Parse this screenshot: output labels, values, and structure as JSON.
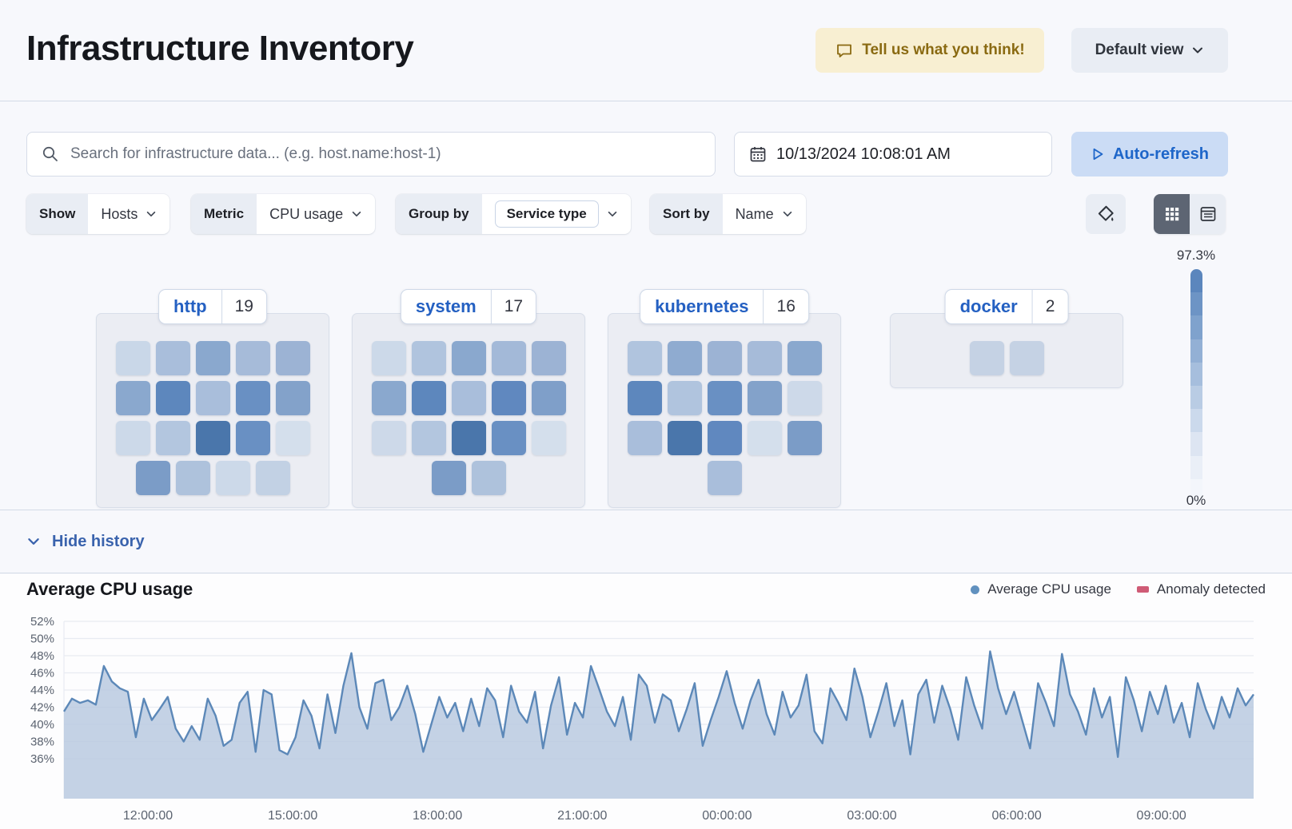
{
  "header": {
    "title": "Infrastructure Inventory",
    "feedback_button": "Tell us what you think!",
    "view_selector": "Default view"
  },
  "toolbar": {
    "search_placeholder": "Search for infrastructure data... (e.g. host.name:host-1)",
    "datetime": "10/13/2024 10:08:01 AM",
    "auto_refresh": "Auto-refresh"
  },
  "filters": {
    "show_label": "Show",
    "show_value": "Hosts",
    "metric_label": "Metric",
    "metric_value": "CPU usage",
    "group_label": "Group by",
    "group_value": "Service type",
    "sort_label": "Sort by",
    "sort_value": "Name"
  },
  "icons": {
    "palette": "fill-color-icon",
    "grid": "grid-view-icon",
    "table": "table-view-icon"
  },
  "legend_scale": {
    "max": "97.3%",
    "min": "0%",
    "steps": [
      "#5b86bd",
      "#6d94c5",
      "#7fa2cd",
      "#93b0d5",
      "#a6bedd",
      "#b9cce4",
      "#cbd9ec",
      "#dde5f2",
      "#eaeff7",
      "#f3f6fb"
    ]
  },
  "groups": [
    {
      "name": "http",
      "count": "19",
      "rows": [
        [
          "#c9d7e8",
          "#a9bedb",
          "#8aa8ce",
          "#a6bbd9",
          "#9cb3d4"
        ],
        [
          "#8aa8ce",
          "#5d87bd",
          "#a9bedb",
          "#6990c3",
          "#83a2ca"
        ],
        [
          "#ccd9e9",
          "#b3c6df",
          "#4a76ab",
          "#6990c3",
          "#d4dfec"
        ],
        [
          "#7b9cc7",
          "#aec2dc",
          "#ccd9e9",
          "#c2d1e4"
        ]
      ]
    },
    {
      "name": "system",
      "count": "17",
      "rows": [
        [
          "#ccd9e9",
          "#b0c4de",
          "#8aa8ce",
          "#a3b9d8",
          "#9cb3d4"
        ],
        [
          "#8aa8ce",
          "#5d87bd",
          "#a9bedb",
          "#6088bf",
          "#7f9fc9"
        ],
        [
          "#cdd9e9",
          "#b3c6df",
          "#4a76ab",
          "#6990c3",
          "#d4dfec"
        ],
        [
          "#7b9cc7",
          "#aec2dc"
        ]
      ]
    },
    {
      "name": "kubernetes",
      "count": "16",
      "rows": [
        [
          "#b0c4de",
          "#8fabd0",
          "#9cb3d4",
          "#a6bbd9",
          "#8aa8ce"
        ],
        [
          "#5d87bd",
          "#b0c4de",
          "#6990c3",
          "#83a2ca",
          "#cdd9e9"
        ],
        [
          "#a9bedb",
          "#4a76ab",
          "#6088bf",
          "#d4dfec",
          "#7b9cc7"
        ],
        [
          "#a9bedb"
        ]
      ]
    },
    {
      "name": "docker",
      "count": "2",
      "rows": [
        [
          "#c5d2e4",
          "#c5d2e4"
        ]
      ]
    }
  ],
  "history": {
    "toggle": "Hide history"
  },
  "chart": {
    "title": "Average CPU usage",
    "legend": [
      {
        "label": "Average CPU usage",
        "color": "#6191bf",
        "shape": "dot"
      },
      {
        "label": "Anomaly detected",
        "color": "#cf5b76",
        "shape": "rect"
      }
    ]
  },
  "chart_data": {
    "type": "area",
    "title": "Average CPU usage",
    "line_color": "#5c88b8",
    "fill_color": "#b5c7de",
    "ylim": [
      36,
      52
    ],
    "grid": true,
    "legend_position": "top-right",
    "y_ticks": [
      "52%",
      "50%",
      "48%",
      "46%",
      "44%",
      "42%",
      "40%",
      "38%",
      "36%"
    ],
    "x_ticks": [
      "12:00:00",
      "15:00:00",
      "18:00:00",
      "21:00:00",
      "00:00:00",
      "03:00:00",
      "06:00:00",
      "09:00:00"
    ],
    "values": [
      41.5,
      43.0,
      42.5,
      42.8,
      42.3,
      46.8,
      45.0,
      44.2,
      43.8,
      38.5,
      43.0,
      40.5,
      41.8,
      43.2,
      39.5,
      38.0,
      39.8,
      38.2,
      43.0,
      41.0,
      37.5,
      38.2,
      42.5,
      43.8,
      36.8,
      44.0,
      43.5,
      37.0,
      36.5,
      38.5,
      42.8,
      41.0,
      37.2,
      43.5,
      39.0,
      44.5,
      48.3,
      42.0,
      39.5,
      44.8,
      45.2,
      40.5,
      42.0,
      44.5,
      41.2,
      36.8,
      40.0,
      43.2,
      40.8,
      42.5,
      39.2,
      43.0,
      39.8,
      44.2,
      42.8,
      38.5,
      44.5,
      41.5,
      40.2,
      43.8,
      37.2,
      42.2,
      45.5,
      38.8,
      42.5,
      40.8,
      46.8,
      44.2,
      41.5,
      39.8,
      43.2,
      38.2,
      45.8,
      44.5,
      40.2,
      43.5,
      42.8,
      39.2,
      41.8,
      44.8,
      37.5,
      40.5,
      43.2,
      46.2,
      42.5,
      39.5,
      42.8,
      45.2,
      41.2,
      38.8,
      43.8,
      40.8,
      42.2,
      45.8,
      39.2,
      37.8,
      44.2,
      42.5,
      40.5,
      46.5,
      43.2,
      38.5,
      41.5,
      44.8,
      39.8,
      42.8,
      36.5,
      43.5,
      45.2,
      40.2,
      44.5,
      41.8,
      38.2,
      45.5,
      42.2,
      39.5,
      48.5,
      44.2,
      41.2,
      43.8,
      40.5,
      37.2,
      44.8,
      42.5,
      39.8,
      48.2,
      43.5,
      41.5,
      38.8,
      44.2,
      40.8,
      43.2,
      36.2,
      45.5,
      42.8,
      39.2,
      43.8,
      41.2,
      44.5,
      40.2,
      42.5,
      38.5,
      44.8,
      41.8,
      39.5,
      43.2,
      40.8,
      44.2,
      42.2,
      43.5
    ]
  }
}
